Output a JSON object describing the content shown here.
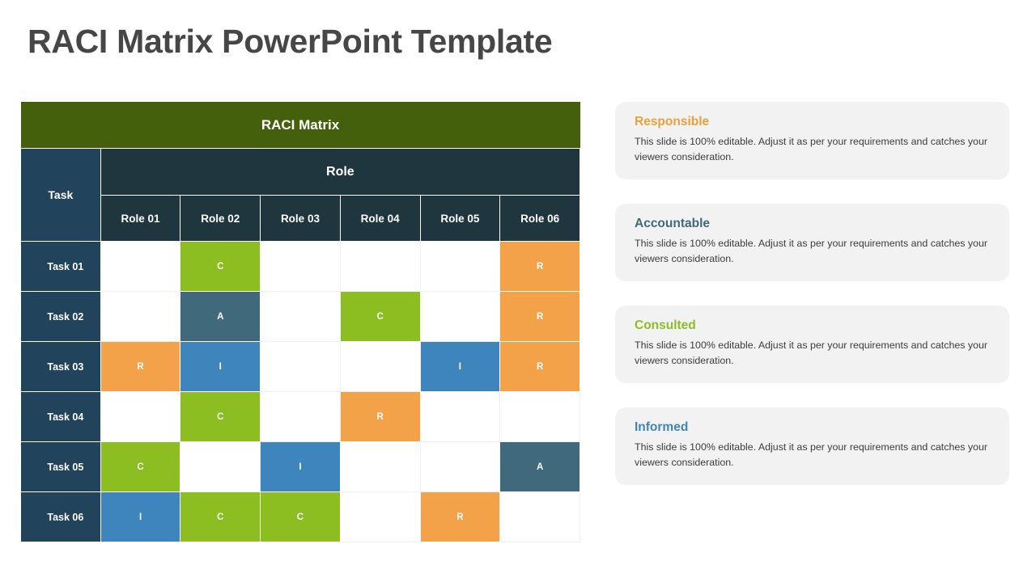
{
  "page": {
    "title": "RACI Matrix PowerPoint Template"
  },
  "matrix": {
    "banner": "RACI Matrix",
    "task_header": "Task",
    "role_header": "Role",
    "role_columns": [
      "Role 01",
      "Role 02",
      "Role 03",
      "Role 04",
      "Role 05",
      "Role 06"
    ],
    "rows": [
      {
        "task": "Task 01",
        "cells": [
          "",
          "C",
          "",
          "",
          "",
          "R"
        ]
      },
      {
        "task": "Task 02",
        "cells": [
          "",
          "A",
          "",
          "C",
          "",
          "R"
        ]
      },
      {
        "task": "Task 03",
        "cells": [
          "R",
          "I",
          "",
          "",
          "I",
          "R"
        ]
      },
      {
        "task": "Task 04",
        "cells": [
          "",
          "C",
          "",
          "R",
          "",
          ""
        ]
      },
      {
        "task": "Task 05",
        "cells": [
          "C",
          "",
          "I",
          "",
          "",
          "A"
        ]
      },
      {
        "task": "Task 06",
        "cells": [
          "I",
          "C",
          "C",
          "",
          "R",
          ""
        ]
      }
    ]
  },
  "legend": {
    "cards": [
      {
        "title": "Responsible",
        "color": "#E9A13B",
        "body": "This slide is 100% editable. Adjust it as per your requirements and catches your viewers consideration."
      },
      {
        "title": "Accountable",
        "color": "#41697C",
        "body": "This slide is 100% editable. Adjust it as per your requirements and catches your viewers consideration."
      },
      {
        "title": "Consulted",
        "color": "#8CBE22",
        "body": "This slide is 100% editable. Adjust it as per your requirements and catches your viewers consideration."
      },
      {
        "title": "Informed",
        "color": "#3D85BC",
        "body": "This slide is 100% editable. Adjust it as per your requirements and catches your viewers consideration."
      }
    ]
  },
  "colors": {
    "banner_green": "#45600D",
    "task_navy": "#22435C",
    "role_slate": "#20363F",
    "responsible_orange": "#F3A24A",
    "accountable_teal": "#41697C",
    "consulted_green": "#8CBE22",
    "informed_blue": "#3D85BC",
    "card_background": "#F2F2F2",
    "title_gray": "#464646"
  }
}
